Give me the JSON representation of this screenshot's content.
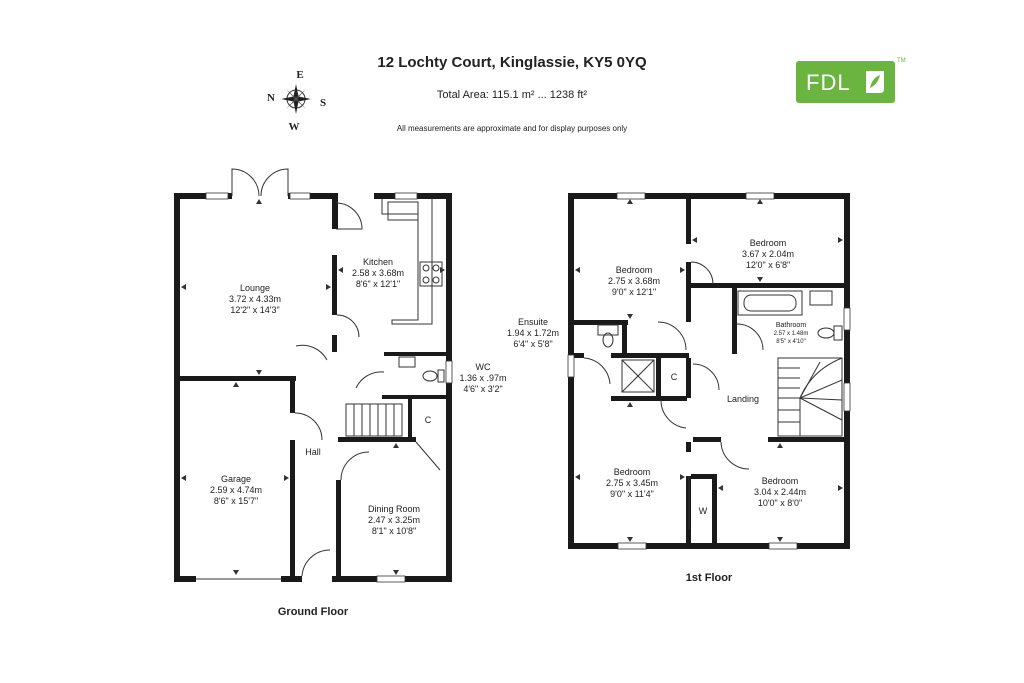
{
  "header": {
    "title": "12 Lochty Court, Kinglassie, KY5 0YQ",
    "total_area": "Total Area: 115.1 m² ... 1238 ft²",
    "disclaimer": "All measurements are approximate and for display purposes only"
  },
  "logo": {
    "text": "FDL",
    "tm": "TM",
    "color": "#6ab43f"
  },
  "compass": {
    "n": "N",
    "e": "E",
    "s": "S",
    "w": "W"
  },
  "ground_floor": {
    "label": "Ground Floor",
    "rooms": {
      "lounge": [
        "Lounge",
        "3.72 x 4.33m",
        "12'2\" x 14'3\""
      ],
      "kitchen": [
        "Kitchen",
        "2.58 x 3.68m",
        "8'6\" x 12'1\""
      ],
      "wc": [
        "WC",
        "1.36 x .97m",
        "4'6\" x 3'2\""
      ],
      "garage": [
        "Garage",
        "2.59 x 4.74m",
        "8'6\" x 15'7\""
      ],
      "hall": "Hall",
      "cupboard": "C",
      "dining": [
        "Dining Room",
        "2.47 x 3.25m",
        "8'1\" x 10'8\""
      ]
    }
  },
  "first_floor": {
    "label": "1st Floor",
    "rooms": {
      "bedroom1": [
        "Bedroom",
        "2.75 x 3.68m",
        "9'0\" x 12'1\""
      ],
      "bedroom2": [
        "Bedroom",
        "3.67 x 2.04m",
        "12'0\" x 6'8\""
      ],
      "bathroom": [
        "Bathroom",
        "2.57 x 1.48m",
        "8'5\" x 4'10\""
      ],
      "ensuite": [
        "Ensuite",
        "1.94 x 1.72m",
        "6'4\" x 5'8\""
      ],
      "cupboard": "C",
      "landing": "Landing",
      "bedroom3": [
        "Bedroom",
        "2.75 x 3.45m",
        "9'0\" x 11'4\""
      ],
      "wardrobe": "W",
      "bedroom4": [
        "Bedroom",
        "3.04 x 2.44m",
        "10'0\" x 8'0\""
      ]
    }
  }
}
